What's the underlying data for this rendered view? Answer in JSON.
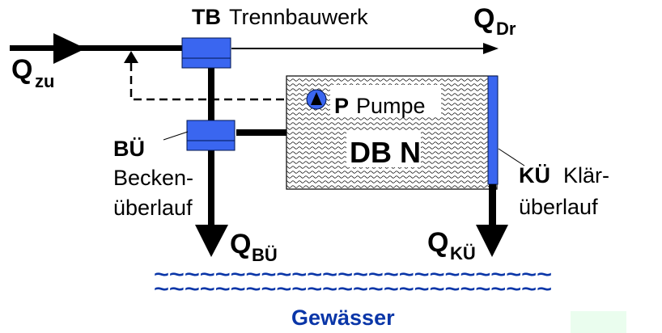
{
  "colors": {
    "structure_fill": "#3a66f0",
    "line": "#000000",
    "water_text": "#0a36a8",
    "corner_patch": "#eafdee"
  },
  "labels": {
    "inflow": {
      "main": "Q",
      "sub": "zu"
    },
    "drain": {
      "main": "Q",
      "sub": "Dr"
    },
    "basin_overflow_q": {
      "main": "Q",
      "sub": "BÜ"
    },
    "clarifier_overflow_q": {
      "main": "Q",
      "sub": "KÜ"
    },
    "separator": {
      "abbr": "TB",
      "name": "Trennbauwerk"
    },
    "pump": {
      "abbr": "P",
      "name": "Pumpe"
    },
    "basin": {
      "name": "DB N"
    },
    "basin_overflow": {
      "abbr": "BÜ",
      "line1": "Becken-",
      "line2": "überlauf"
    },
    "clarifier_overflow": {
      "abbr": "KÜ",
      "line1_rest": "Klär-",
      "line2": "überlauf"
    },
    "water_body": "Gewässer",
    "wave_row": "~~~~~~~~~~~~~~~~~~~~~~~~~~"
  },
  "icons": {
    "pump": "pump-icon",
    "inflow_arrow": "arrow-right-icon",
    "drain_arrow": "arrow-right-icon",
    "overflow_arrow": "arrow-down-icon"
  }
}
